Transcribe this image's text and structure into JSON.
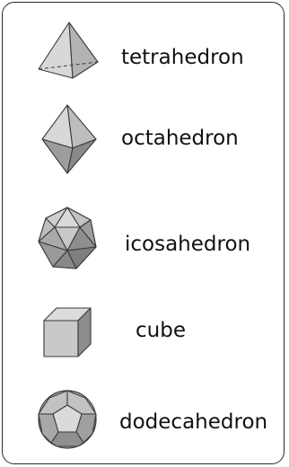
{
  "legend": {
    "items": [
      {
        "label": "tetrahedron",
        "icon": "tetrahedron-icon"
      },
      {
        "label": "octahedron",
        "icon": "octahedron-icon"
      },
      {
        "label": "icosahedron",
        "icon": "icosahedron-icon"
      },
      {
        "label": "cube",
        "icon": "cube-icon"
      },
      {
        "label": "dodecahedron",
        "icon": "dodecahedron-icon"
      }
    ]
  },
  "colors": {
    "outline": "#2a2a2a",
    "face_light": "#d6d6d6",
    "face_mid": "#b9b9b9",
    "face_dark": "#8f8f8f"
  }
}
